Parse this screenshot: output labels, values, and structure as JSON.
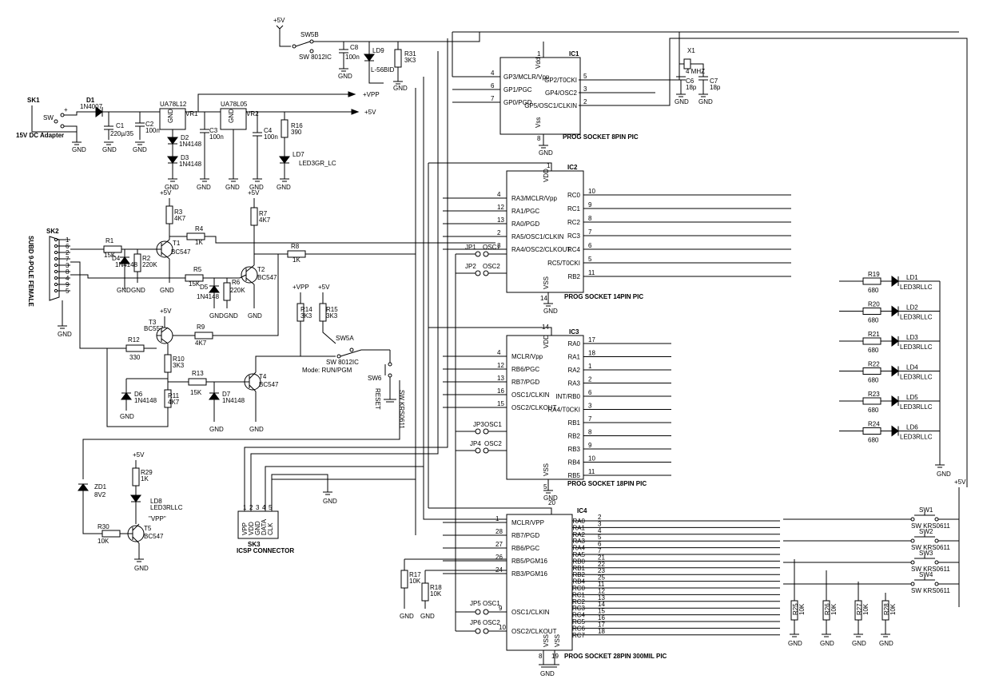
{
  "power": {
    "sk1_ref": "SK1",
    "sk1_desc": "15V DC Adapter",
    "sw_label": "SW",
    "d1_ref": "D1",
    "d1_val": "1N4007",
    "c1_ref": "C1",
    "c1_val": "220µ/35",
    "c2_ref": "C2",
    "c2_val": "100n",
    "vr1_part": "UA78L12",
    "vr1_ref": "VR1",
    "c3_ref": "C3",
    "c3_val": "100n",
    "d2_ref": "D2",
    "d2_val": "1N4148",
    "d3_ref": "D3",
    "d3_val": "1N4148",
    "vr2_part": "UA78L05",
    "vr2_ref": "VR2",
    "c4_ref": "C4",
    "c4_val": "100n",
    "r16_ref": "R16",
    "r16_val": "390",
    "ld7_ref": "LD7",
    "ld7_val": "LED3GR_LC",
    "vpp_label": "+VPP",
    "plus5_label": "+5V",
    "gnd": "GND",
    "gnd_text": "GND",
    "plus_sign": "+",
    "vr_gnd": "GND"
  },
  "top_switch": {
    "plus5": "+5V",
    "sw5b_ref": "SW5B",
    "sw5b_part": "SW 8012IC",
    "c8_ref": "C8",
    "c8_val": "100n",
    "ld9_ref": "LD9",
    "ld9_val": "L-56BID",
    "r31_ref": "R31",
    "r31_val": "3K3",
    "gnd": "GND"
  },
  "serial": {
    "sk2_ref": "SK2",
    "sk2_desc": "SUBD 9-POLE FEMALE",
    "pins": [
      "1",
      "6",
      "2",
      "7",
      "3",
      "8",
      "4",
      "9",
      "5"
    ],
    "r1_ref": "R1",
    "r1_val": "15K",
    "d4_ref": "D4",
    "d4_val": "1N4148",
    "r2_ref": "R2",
    "r2_val": "220K",
    "t1_ref": "T1",
    "t1_val": "BC547",
    "r3_ref": "R3",
    "r3_val": "4K7",
    "r4_ref": "R4",
    "r4_val": "1K",
    "r5_ref": "R5",
    "r5_val": "15K",
    "d5_ref": "D5",
    "d5_val": "1N4148",
    "r6_ref": "R6",
    "r6_val": "220K",
    "t2_ref": "T2",
    "t2_val": "BC547",
    "r7_ref": "R7",
    "r7_val": "4K7",
    "r8_ref": "R8",
    "r8_val": "1K",
    "t3_ref": "T3",
    "t3_val": "BC557",
    "r9_ref": "R9",
    "r9_val": "4K7",
    "r12_ref": "R12",
    "r12_val": "330",
    "r10_ref": "R10",
    "r10_val": "3K3",
    "d6_ref": "D6",
    "d6_val": "1N4148",
    "r11_ref": "R11",
    "r11_val": "4K7",
    "r13_ref": "R13",
    "r13_val": "15K",
    "d7_ref": "D7",
    "d7_val": "1N4148",
    "t4_ref": "T4",
    "t4_val": "BC547",
    "r14_ref": "R14",
    "r14_val": "3K3",
    "r15_ref": "R15",
    "r15_val": "3K3",
    "vpp": "+VPP",
    "plus5": "+5V",
    "gnd": "GND",
    "sw5a_ref": "SW5A",
    "sw5a_part": "SW 8012IC",
    "mode_label": "Mode: RUN/PGM",
    "sw6_ref": "SW6",
    "sw6_part": "SW KRS0611",
    "reset_label": "RESET"
  },
  "vpp_indicator": {
    "zd1_ref": "ZD1",
    "zd1_val": "8V2",
    "r29_ref": "R29",
    "r29_val": "1K",
    "ld8_ref": "LD8",
    "ld8_val": "LED3RLLC",
    "ld8_note": "\"VPP\"",
    "r30_ref": "R30",
    "r30_val": "10K",
    "t5_ref": "T5",
    "t5_val": "BC547",
    "plus5": "+5V",
    "gnd": "GND"
  },
  "icsp": {
    "sk3_ref": "SK3",
    "sk3_desc": "ICSP CONNECTOR",
    "pins": [
      "VPP",
      "VDD",
      "GND",
      "DATA",
      "CLK"
    ],
    "pin_nums": [
      "1",
      "2",
      "3",
      "4",
      "5"
    ],
    "gnd": "GND"
  },
  "ic1": {
    "ref": "IC1",
    "caption": "PROG SOCKET 8PIN PIC",
    "vdd": "Vdd",
    "vss": "Vss",
    "left_pins": [
      {
        "num": "4",
        "name": "GP3/MCLR/Vpp"
      },
      {
        "num": "6",
        "name": "GP1/PGC"
      },
      {
        "num": "7",
        "name": "GP0/PGD"
      }
    ],
    "right_pins": [
      {
        "num": "5",
        "name": "GP2/T0CKI"
      },
      {
        "num": "3",
        "name": "GP4/OSC2"
      },
      {
        "num": "2",
        "name": "GP5/OSC1/CLKIN"
      }
    ],
    "vdd_num": "1",
    "vss_num": "8",
    "x1_ref": "X1",
    "x1_val": "4 MHZ",
    "c6_ref": "C6",
    "c6_val": "18p",
    "c7_ref": "C7",
    "c7_val": "18p",
    "gnd": "GND"
  },
  "ic2": {
    "ref": "IC2",
    "caption": "PROG SOCKET 14PIN PIC",
    "vdd": "VDD",
    "vss": "VSS",
    "vdd_num": "1",
    "vss_num": "14",
    "left_pins": [
      {
        "num": "4",
        "name": "RA3/MCLR/Vpp"
      },
      {
        "num": "12",
        "name": "RA1/PGC"
      },
      {
        "num": "13",
        "name": "RA0/PGD"
      },
      {
        "num": "2",
        "name": "RA5/OSC1/CLKIN"
      },
      {
        "num": "3",
        "name": "RA4/OSC2/CLKOUT"
      }
    ],
    "right_pins": [
      {
        "num": "10",
        "name": "RC0"
      },
      {
        "num": "9",
        "name": "RC1"
      },
      {
        "num": "8",
        "name": "RC2"
      },
      {
        "num": "7",
        "name": "RC3"
      },
      {
        "num": "6",
        "name": "RC4"
      },
      {
        "num": "5",
        "name": "RC5/T0CKI"
      },
      {
        "num": "11",
        "name": "RB2"
      }
    ],
    "jp1": "JP1",
    "jp1_lbl": "OSC1",
    "jp2": "JP2",
    "jp2_lbl": "OSC2",
    "gnd": "GND"
  },
  "ic3": {
    "ref": "IC3",
    "caption": "PROG SOCKET 18PIN PIC",
    "vdd": "VDD",
    "vss": "VSS",
    "vdd_num": "14",
    "vss_num": "5",
    "left_pins": [
      {
        "num": "4",
        "name": "MCLR/Vpp"
      },
      {
        "num": "12",
        "name": "RB6/PGC"
      },
      {
        "num": "13",
        "name": "RB7/PGD"
      },
      {
        "num": "16",
        "name": "OSC1/CLKIN"
      },
      {
        "num": "15",
        "name": "OSC2/CLKOUT"
      }
    ],
    "right_pins": [
      {
        "num": "17",
        "name": "RA0"
      },
      {
        "num": "18",
        "name": "RA1"
      },
      {
        "num": "1",
        "name": "RA2"
      },
      {
        "num": "2",
        "name": "RA3"
      },
      {
        "num": "6",
        "name": "INT/RB0"
      },
      {
        "num": "3",
        "name": "RA4/T0CKI"
      },
      {
        "num": "7",
        "name": "RB1"
      },
      {
        "num": "8",
        "name": "RB2"
      },
      {
        "num": "9",
        "name": "RB3"
      },
      {
        "num": "10",
        "name": "RB4"
      },
      {
        "num": "11",
        "name": "RB5"
      }
    ],
    "jp3": "JP3",
    "jp3_lbl": "OSC1",
    "jp4": "JP4",
    "jp4_lbl": "OSC2",
    "gnd": "GND"
  },
  "ic4": {
    "ref": "IC4",
    "caption": "PROG SOCKET 28PIN 300MIL PIC",
    "vdd_num": "20",
    "vss_a": "VSS",
    "vss_b": "VSS",
    "vss_nums": [
      "8",
      "19"
    ],
    "left_pins": [
      {
        "num": "1",
        "name": "MCLR/VPP"
      },
      {
        "num": "28",
        "name": "RB7/PGD"
      },
      {
        "num": "27",
        "name": "RB6/PGC"
      },
      {
        "num": "26",
        "name": "RB5/PGM16"
      },
      {
        "num": "24",
        "name": "RB3/PGM16"
      },
      {
        "num": "9",
        "name": "OSC1/CLKIN"
      },
      {
        "num": "10",
        "name": "OSC2/CLKOUT"
      }
    ],
    "right_pins": [
      {
        "name": "RA0",
        "num": "2"
      },
      {
        "name": "RA1",
        "num": "3"
      },
      {
        "name": "RA2",
        "num": "4"
      },
      {
        "name": "RA3",
        "num": "5"
      },
      {
        "name": "RA4",
        "num": "6"
      },
      {
        "name": "RA5",
        "num": "7"
      },
      {
        "name": "RB0",
        "num": "21"
      },
      {
        "name": "RB1",
        "num": "22"
      },
      {
        "name": "RB2",
        "num": "23"
      },
      {
        "name": "RB4",
        "num": "25"
      },
      {
        "name": "RC0",
        "num": "11"
      },
      {
        "name": "RC1",
        "num": "12"
      },
      {
        "name": "RC2",
        "num": "13"
      },
      {
        "name": "RC3",
        "num": "14"
      },
      {
        "name": "RC4",
        "num": "15"
      },
      {
        "name": "RC5",
        "num": "16"
      },
      {
        "name": "RC6",
        "num": "17"
      },
      {
        "name": "RC7",
        "num": "18"
      }
    ],
    "jp5": "JP5",
    "jp5_lbl": "OSC1",
    "jp6": "JP6",
    "jp6_lbl": "OSC2",
    "r17_ref": "R17",
    "r17_val": "10K",
    "r18_ref": "R18",
    "r18_val": "10K",
    "gnd": "GND"
  },
  "leds": [
    {
      "r": "R19",
      "rv": "680",
      "ld": "LD1",
      "lv": "LED3RLLC"
    },
    {
      "r": "R20",
      "rv": "680",
      "ld": "LD2",
      "lv": "LED3RLLC"
    },
    {
      "r": "R21",
      "rv": "680",
      "ld": "LD3",
      "lv": "LED3RLLC"
    },
    {
      "r": "R22",
      "rv": "680",
      "ld": "LD4",
      "lv": "LED3RLLC"
    },
    {
      "r": "R23",
      "rv": "680",
      "ld": "LD5",
      "lv": "LED3RLLC"
    },
    {
      "r": "R24",
      "rv": "680",
      "ld": "LD6",
      "lv": "LED3RLLC"
    }
  ],
  "leds_gnd": "GND",
  "switches": [
    {
      "ref": "SW1",
      "part": "SW KRS0611"
    },
    {
      "ref": "SW2",
      "part": "SW KRS0611"
    },
    {
      "ref": "SW3",
      "part": "SW KRS0611"
    },
    {
      "ref": "SW4",
      "part": "SW KRS0611"
    }
  ],
  "switches_plus5": "+5V",
  "pulldowns": [
    {
      "ref": "R25",
      "val": "10K"
    },
    {
      "ref": "R26",
      "val": "10K"
    },
    {
      "ref": "R27",
      "val": "10K"
    },
    {
      "ref": "R28",
      "val": "10K"
    }
  ],
  "pulldown_gnd": "GND"
}
